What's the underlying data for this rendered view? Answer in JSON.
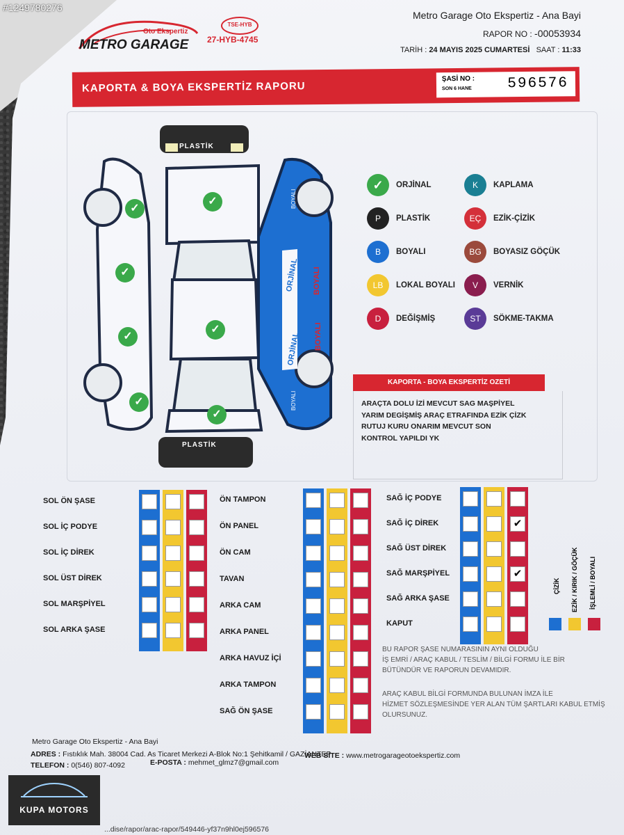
{
  "watermark_id": "#1249780276",
  "logo": {
    "tagline": "Oto Ekspertiz",
    "name": "METRO GARAGE"
  },
  "tse": {
    "badge": "TSE-HYB",
    "code": "27-HYB-4745"
  },
  "header": {
    "company": "Metro Garage Oto Ekspertiz - Ana Bayi",
    "report_no_label": "RAPOR NO :",
    "report_no": "-00053934",
    "date_label": "TARİH :",
    "date": "24 MAYIS 2025 CUMARTESİ",
    "time_label": "SAAT :",
    "time": "11:33"
  },
  "title_bar": {
    "title": "KAPORTA & BOYA EKSPERTİZ RAPORU",
    "sasi_label": "ŞASİ NO :",
    "sasi_sub": "SON 6 HANE",
    "sasi_no": "596576"
  },
  "diagram": {
    "plastic_top": "PLASTİK",
    "plastic_bottom": "PLASTİK",
    "boyali": "BOYALI",
    "orjinal": "ORJİNAL"
  },
  "legend": [
    {
      "code": "",
      "label": "ORJİNAL",
      "color": "#3aa94a"
    },
    {
      "code": "K",
      "label": "KAPLAMA",
      "color": "#1a7f93"
    },
    {
      "code": "P",
      "label": "PLASTİK",
      "color": "#222222"
    },
    {
      "code": "EÇ",
      "label": "EZİK-ÇİZİK",
      "color": "#d4303a"
    },
    {
      "code": "B",
      "label": "BOYALI",
      "color": "#1d6fd1"
    },
    {
      "code": "BG",
      "label": "BOYASIZ GÖÇÜK",
      "color": "#9b4a3c"
    },
    {
      "code": "LB",
      "label": "LOKAL BOYALI",
      "color": "#f2c730"
    },
    {
      "code": "V",
      "label": "VERNİK",
      "color": "#8a1d4e"
    },
    {
      "code": "D",
      "label": "DEĞİŞMİŞ",
      "color": "#c8203e"
    },
    {
      "code": "ST",
      "label": "SÖKME-TAKMA",
      "color": "#5a3b97"
    }
  ],
  "summary": {
    "title": "KAPORTA - BOYA EKSPERTİZ OZETİ",
    "lines": [
      "ARAÇTA DOLU İZİ MEVCUT SAG MAŞPİYEL",
      "YARIM DEGİŞMİŞ ARAÇ ETRAFINDA EZİK ÇİZK",
      "RUTUJ KURU ONARIM MEVCUT SON",
      "KONTROL YAPILDI YK"
    ]
  },
  "checklist_left": [
    "SOL ÖN ŞASE",
    "SOL İÇ PODYE",
    "SOL İÇ DİREK",
    "SOL ÜST DİREK",
    "SOL MARŞPİYEL",
    "SOL ARKA ŞASE"
  ],
  "checklist_mid": [
    "ÖN TAMPON",
    "ÖN PANEL",
    "ÖN CAM",
    "TAVAN",
    "ARKA CAM",
    "ARKA PANEL",
    "ARKA HAVUZ İÇİ",
    "ARKA TAMPON",
    "SAĞ ÖN ŞASE"
  ],
  "checklist_right": [
    "SAĞ İÇ PODYE",
    "SAĞ İÇ DİREK",
    "SAĞ ÜST DİREK",
    "SAĞ MARŞPİYEL",
    "SAĞ ARKA ŞASE",
    "KAPUT"
  ],
  "checklist_right_marks": [
    "",
    "✔",
    "",
    "✔",
    "",
    ""
  ],
  "column_legend": [
    "ÇİZİK",
    "EZİK / KIRIK / GÖÇÜK",
    "İŞLEMLİ / BOYALI"
  ],
  "colors": {
    "blue": "#1d6fd1",
    "yellow": "#f2c730",
    "red": "#c8203e"
  },
  "notes": [
    "BU RAPOR ŞASE NUMARASININ AYNI OLDUĞU",
    "İŞ EMRİ / ARAÇ KABUL / TESLİM / BİLGİ FORMU İLE BİR",
    "BÜTÜNDÜR VE RAPORUN DEVAMIDIR.",
    "ARAÇ KABUL BİLGİ FORMUNDA BULUNAN İMZA İLE",
    "HİZMET SÖZLEŞMESİNDE YER ALAN TÜM ŞARTLARI KABUL ETMİŞ",
    "OLURSUNUZ."
  ],
  "footer": {
    "company": "Metro Garage Oto Ekspertiz - Ana Bayi",
    "adres_label": "ADRES :",
    "adres": "Fıstıklık Mah. 38004 Cad. As Ticaret Merkezi A-Blok No:1 Şehitkamil / GAZİANTEP",
    "tel_label": "TELEFON :",
    "tel": "0(546) 807-4092",
    "mail_label": "E-POSTA :",
    "mail": "mehmet_glmz7@gmail.com",
    "web_label": "WEB SİTE :",
    "web": "www.metrogarageotoekspertiz.com",
    "url_fragment": "...dise/rapor/arac-rapor/549446-yf37n9hl0ej596576"
  },
  "kupa": "KUPA MOTORS"
}
